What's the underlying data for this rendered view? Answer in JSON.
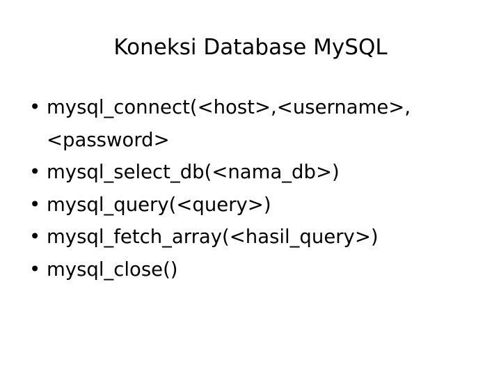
{
  "slide": {
    "title": "Koneksi Database MySQL",
    "background_color": "#ffffff",
    "text_color": "#000000",
    "bullet_glyph": "•",
    "items": [
      {
        "text": "mysql_connect(<host>,<username>,<password>"
      },
      {
        "text": "mysql_select_db(<nama_db>)"
      },
      {
        "text": "mysql_query(<query>)"
      },
      {
        "text": "mysql_fetch_array(<hasil_query>)"
      },
      {
        "text": "mysql_close()"
      }
    ]
  }
}
